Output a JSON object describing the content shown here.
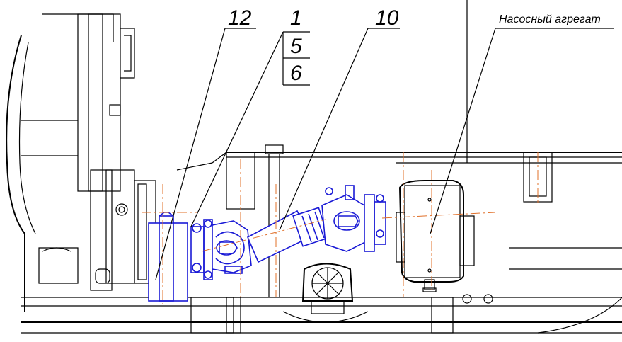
{
  "callouts": {
    "part_12": "12",
    "part_1": "1",
    "part_5": "5",
    "part_6": "6",
    "part_10": "10",
    "pump_unit": "Насосный агрегат"
  },
  "colors": {
    "outline": "#000000",
    "shaft_assembly": "#1a1ad6",
    "center_lines": "#e0702a"
  }
}
